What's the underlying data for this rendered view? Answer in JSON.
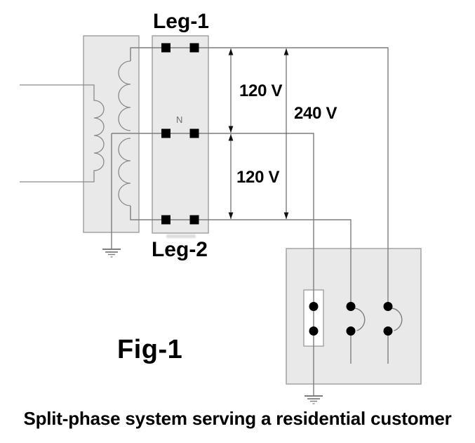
{
  "figure": {
    "leg1_label": "Leg-1",
    "leg2_label": "Leg-2",
    "neutral_terminal_label": "N",
    "upper_leg_voltage": "120 V",
    "across_legs_voltage": "240 V",
    "lower_leg_voltage": "120 V",
    "figure_number": "Fig-1",
    "caption": "Split-phase system serving a residential customer"
  },
  "icons": {
    "primary_winding": "winding-coil-icon",
    "secondary_winding": "center-tapped-winding-icon",
    "ground": "earth-ground-icon",
    "switch_arc": "breaker-switch-icon",
    "arrowhead": "dimension-arrowhead-icon"
  },
  "colors": {
    "background": "#ffffff",
    "equipment_fill": "#e9e9e9",
    "equipment_border": "#a3a3a3",
    "wire": "#7d7d7d",
    "terminal_black": "#000000",
    "neutral_bus_fill": "#ffffff",
    "text": "#000000",
    "neutral_label": "#6e6e6e"
  }
}
